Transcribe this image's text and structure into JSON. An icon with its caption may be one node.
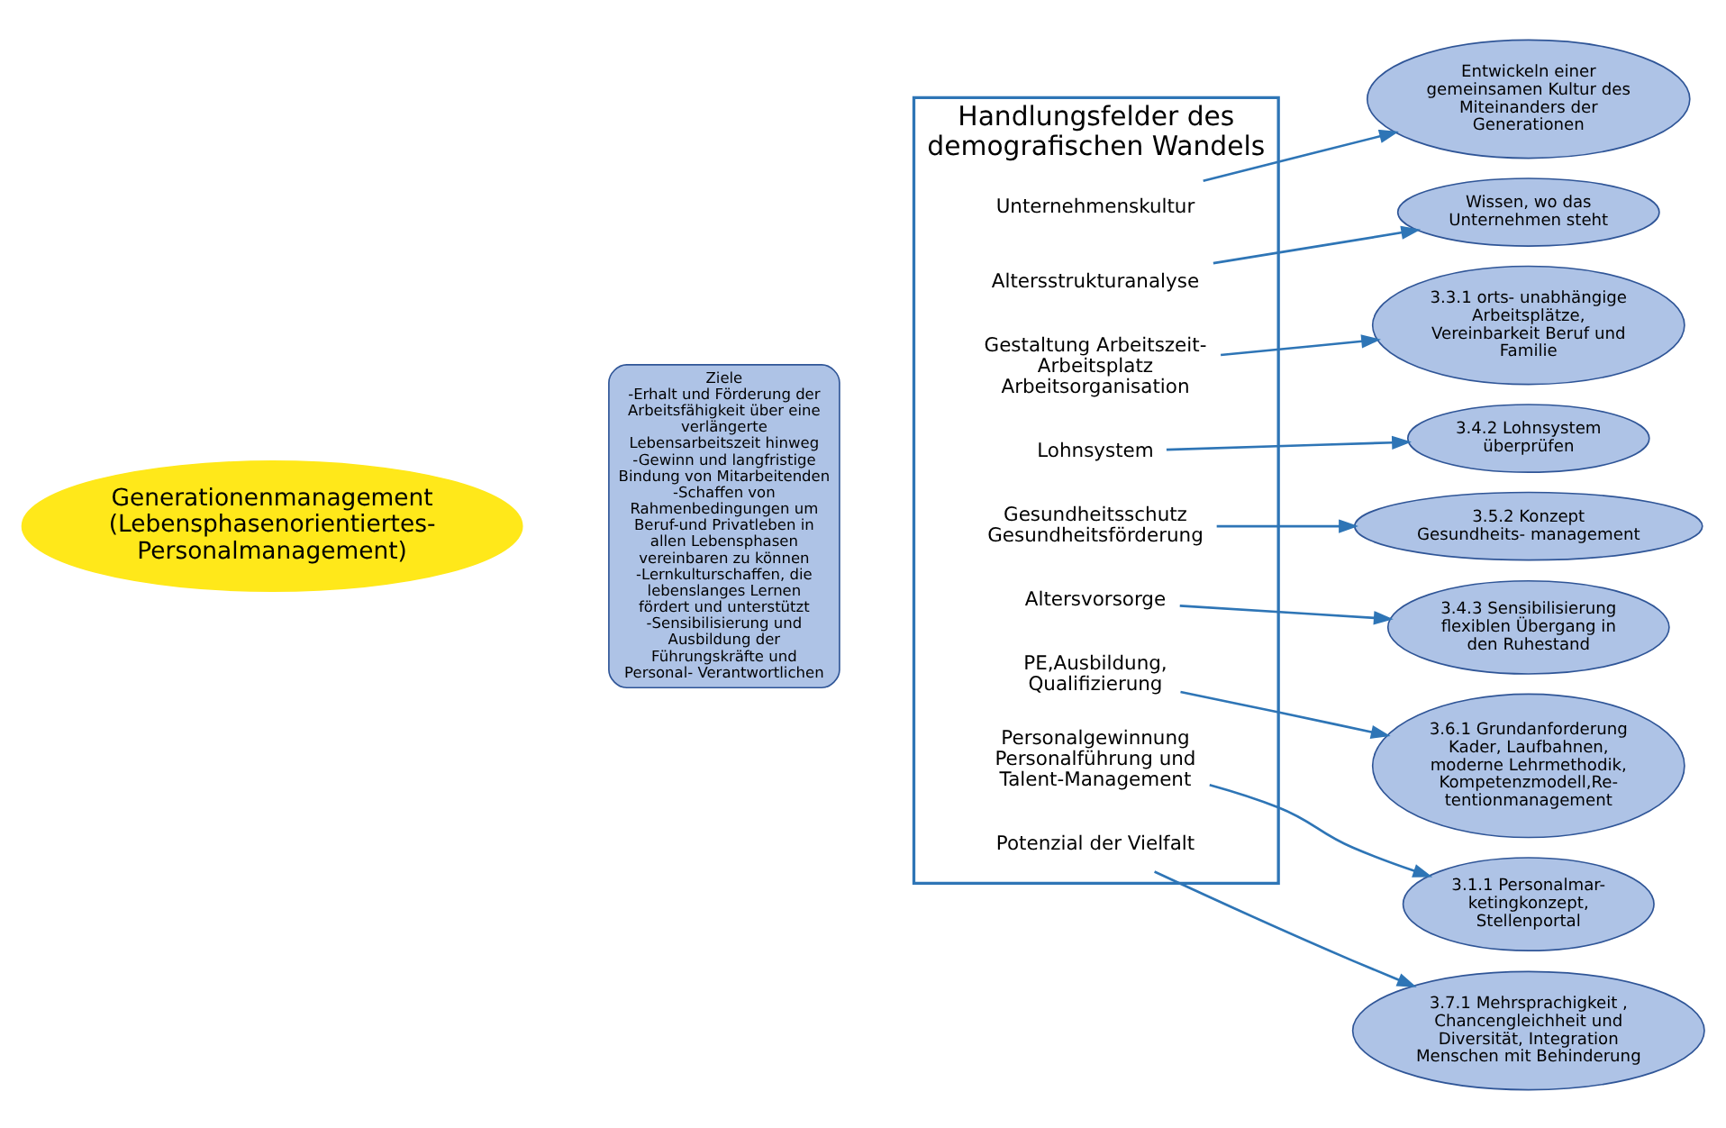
{
  "diagram": {
    "nodes": [
      {
        "text": [
          "Generationenmanagement (Lebensphasenorientiertes- Personalmanagement)"
        ]
      },
      {
        "text": [
          "Ziele",
          "-Erhalt und Förderung der Arbeitsfähigkeit über eine verlängerte Lebensarbeitszeit hinweg",
          "-Gewinn und langfristige Bindung von Mitarbeitenden",
          "-Schaffen von Rahmenbedingungen um Beruf-und Privatleben in allen Lebensphasen vereinbaren zu können",
          "-Lernkulturschaffen, die lebenslanges Lernen fördert und unterstützt",
          "-Sensibilisierung und Ausbildung der Führungskräfte und Personal- Verantwortlichen"
        ]
      },
      {
        "text": [
          "Handlungsfelder des demografischen Wandels"
        ]
      },
      {
        "text": [
          "Unternehmenskultur"
        ],
        "in": 2
      },
      {
        "text": [
          "Altersstrukturanalyse"
        ],
        "in": 2
      },
      {
        "text": [
          "Gestaltung Arbeitszeit- Arbeitsplatz Arbeitsorganisation"
        ],
        "in": 2
      },
      {
        "text": [
          "Lohnsystem"
        ],
        "in": 2
      },
      {
        "text": [
          "Gesundheitsschutz Gesundheitsförderung"
        ],
        "in": 2
      },
      {
        "text": [
          "Altersvorsorge"
        ],
        "in": 2
      },
      {
        "text": [
          "PE,Ausbildung, Qualifizierung"
        ],
        "in": 2
      },
      {
        "text": [
          "Personalgewinnung Personalführung und Talent-Management"
        ],
        "in": 2
      },
      {
        "text": [
          "Potenzial der Vielfalt"
        ],
        "in": 2
      },
      {
        "text": [
          "Entwickeln einer gemeinsamen Kultur des Miteinanders der Generationen"
        ]
      },
      {
        "text": [
          "Wissen, wo das Unternehmen steht"
        ]
      },
      {
        "text": [
          "3.3.1 orts- unabhängige Arbeitsplätze, Vereinbarkeit Beruf und Familie"
        ]
      },
      {
        "text": [
          "3.4.2 Lohnsystem überprüfen"
        ]
      },
      {
        "text": [
          "3.5.2 Konzept Gesundheits- management"
        ]
      },
      {
        "text": [
          "3.4.3 Sensibilisierung flexiblen Übergang in den Ruhestand"
        ]
      },
      {
        "text": [
          "3.6.1 Grundanforderung Kader, Laufbahnen, moderne Lehrmethodik, Kompetenzmodell,Re- tentionmanagement"
        ]
      },
      {
        "text": [
          "3.7.1 Mehrsprachigkeit , Chancengleichheit und Diversität, Integration Menschen mit Behinderung"
        ]
      },
      {
        "text": [
          "3.1.1 Personalmar- ketingkonzept, Stellenportal"
        ]
      }
    ],
    "edges": [
      {
        "from": 3,
        "to": 12,
        "arrow": "to"
      },
      {
        "from": 4,
        "to": 13,
        "arrow": "to"
      },
      {
        "from": 5,
        "to": 14,
        "arrow": "to"
      },
      {
        "from": 6,
        "to": 15,
        "arrow": "to"
      },
      {
        "from": 7,
        "to": 16,
        "arrow": "to"
      },
      {
        "from": 8,
        "to": 17,
        "arrow": "to"
      },
      {
        "from": 9,
        "to": 18,
        "arrow": "to"
      },
      {
        "from": 10,
        "to": 20,
        "arrow": "to"
      },
      {
        "from": 11,
        "to": 19,
        "arrow": "to"
      }
    ]
  }
}
